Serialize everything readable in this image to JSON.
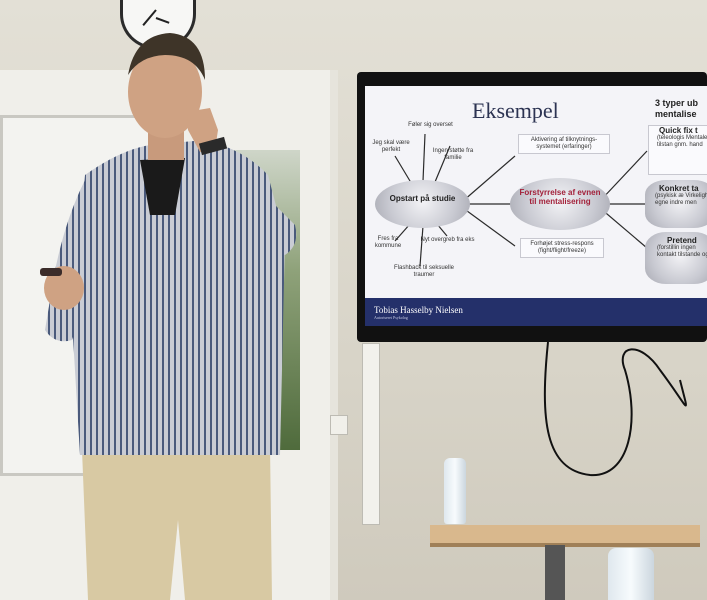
{
  "slide": {
    "title": "Eksempel",
    "side_title_line1": "3 typer ub",
    "side_title_line2": "mentalise",
    "center_node": "Opstart på studie",
    "stressors": [
      "Jeg skal være perfekt",
      "Føler sig overset",
      "Ingen støtte fra familie",
      "Fres fra kommune",
      "Nyt overgreb fra eks",
      "Flashback til seksuelle traumer"
    ],
    "activation": "Aktivering af tilknytnings-systemet (erfaringer)",
    "disruption": "Forstyrrelse af evnen til mentalisering",
    "stress_response": "Forhøjet stress-respons (fight/flight/freeze)",
    "types": [
      {
        "title": "Quick fix t",
        "detail": "(teleologis Mentale tilstan gnm. hand"
      },
      {
        "title": "Konkret ta",
        "detail": "(psykisk æ Virkeligh egne indre men"
      },
      {
        "title": "Pretend",
        "detail": "(forstillin ingen kontakt tilstande og v"
      }
    ],
    "footer_name": "Tobias Hasselby Nielsen",
    "footer_sub": "Autoriseret Psykolog"
  },
  "colors": {
    "footer_bg": "#24306a",
    "highlight_text": "#a3213a",
    "shirt_stripe": "#4a5a7c",
    "pants": "#d8c9a3"
  },
  "icons": [
    "clock-icon",
    "water-bottle-icon"
  ]
}
